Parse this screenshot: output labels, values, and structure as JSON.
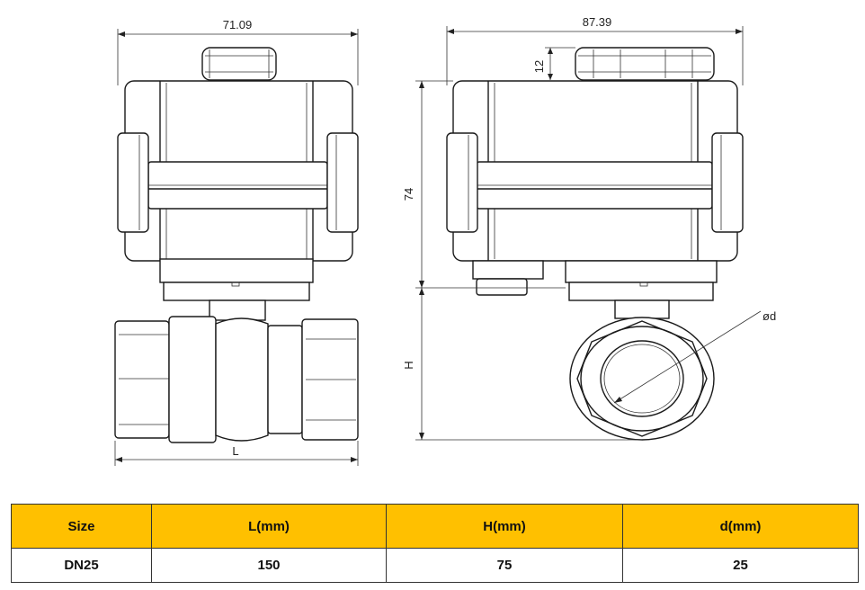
{
  "dimensions": {
    "front_width": "71.09",
    "side_width": "87.39",
    "handle_height": "12",
    "actuator_height": "74",
    "valve_height": "H",
    "valve_length": "L",
    "port_diameter": "ød"
  },
  "table": {
    "headers": [
      "Size",
      "L(mm)",
      "H(mm)",
      "d(mm)"
    ],
    "rows": [
      [
        "DN25",
        "150",
        "75",
        "25"
      ]
    ]
  },
  "colors": {
    "header_fill": "#ffc000",
    "line": "#1a1a1a"
  }
}
